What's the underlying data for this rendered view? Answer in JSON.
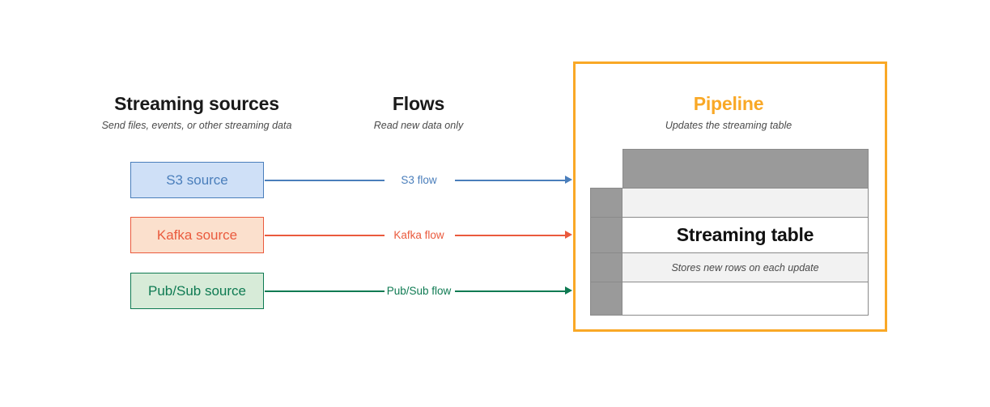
{
  "columns": [
    {
      "id": "streaming-sources",
      "title": "Streaming sources",
      "subtitle": "Send files, events, or other streaming data"
    },
    {
      "id": "flows",
      "title": "Flows",
      "subtitle": "Read new data only"
    },
    {
      "id": "pipeline",
      "title": "Pipeline",
      "subtitle": "Updates the streaming table"
    }
  ],
  "sources": [
    {
      "id": "s3",
      "label": "S3 source",
      "color": "#4a7ebb",
      "fill": "#cfe0f7"
    },
    {
      "id": "kafka",
      "label": "Kafka source",
      "color": "#ea5a3d",
      "fill": "#fbe0cd"
    },
    {
      "id": "pubsub",
      "label": "Pub/Sub source",
      "color": "#0e7a52",
      "fill": "#d7ebd8"
    }
  ],
  "flows": [
    {
      "id": "s3",
      "label": "S3 flow",
      "color": "#4a7ebb"
    },
    {
      "id": "kafka",
      "label": "Kafka flow",
      "color": "#ea5a3d"
    },
    {
      "id": "pubsub",
      "label": "Pub/Sub flow",
      "color": "#0e7a52"
    }
  ],
  "pipeline": {
    "border_color": "#f9a826",
    "title_color": "#f9a826",
    "table": {
      "title": "Streaming table",
      "caption": "Stores new rows on each update",
      "header_fill": "#9a9a9a",
      "side_fill": "#9a9a9a",
      "shade_fill": "#f2f2f2",
      "rows": [
        {
          "id": "row-1",
          "text": "",
          "shaded": true
        },
        {
          "id": "row-2",
          "text": "Streaming table",
          "shaded": false
        },
        {
          "id": "row-3",
          "text": "Stores new rows on each update",
          "shaded": true
        },
        {
          "id": "row-4",
          "text": "",
          "shaded": false
        }
      ]
    }
  }
}
